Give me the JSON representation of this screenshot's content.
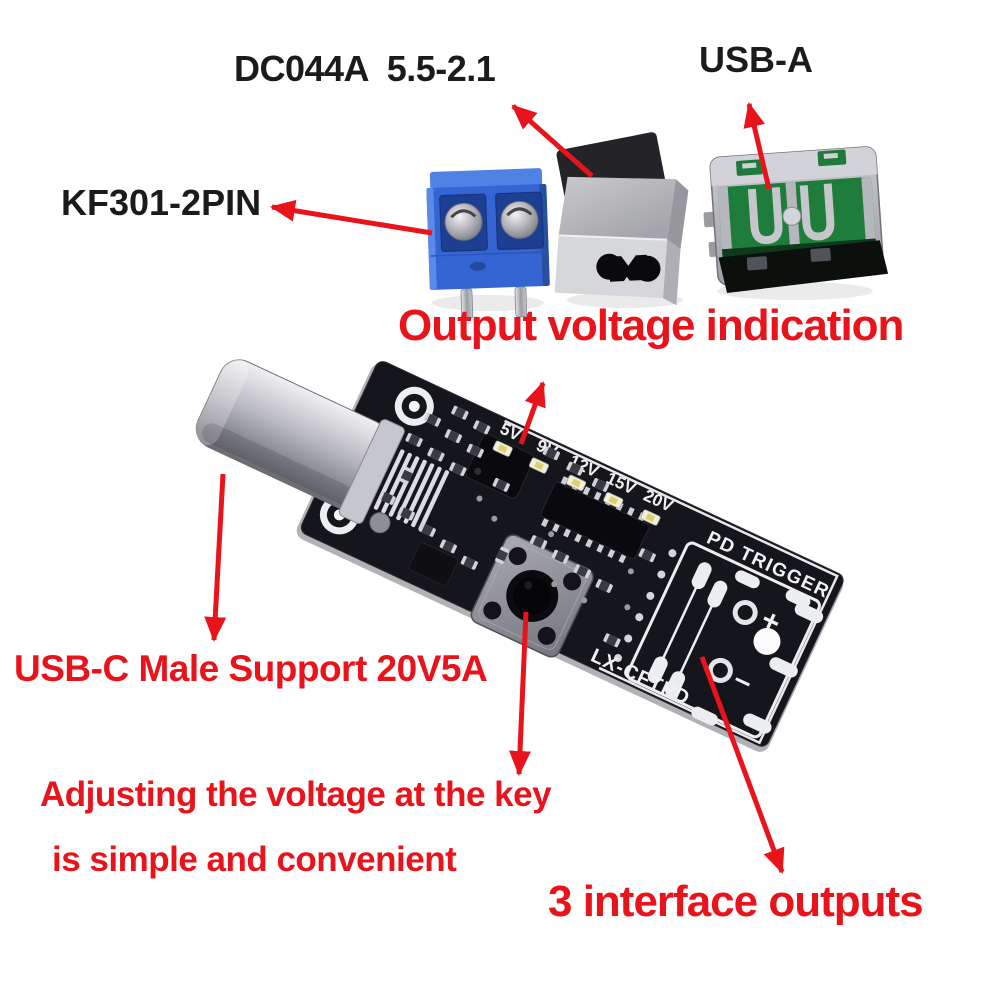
{
  "annotations": {
    "kf301": "KF301-2PIN",
    "dc044a": "DC044A  5.5-2.1",
    "usb_a": "USB-A",
    "output_voltage": "Output voltage indication",
    "usbc_support": "USB-C Male Support 20V5A",
    "adjust_line1": "Adjusting the voltage at the key",
    "adjust_line2": "is simple and convenient",
    "three_outputs": "3 interface outputs"
  },
  "board": {
    "voltage_marks": [
      "5V",
      "9V",
      "12V",
      "15V",
      "20V"
    ],
    "silkscreen_title": "PD TRIGGER",
    "silkscreen_model": "LX-CFTPD",
    "plus_mark": "+",
    "minus_mark": "–"
  },
  "colors": {
    "background": "#ffffff",
    "annotation_red": "#e8131b",
    "label_black": "#1b1b1b",
    "pcb_black": "#15151c",
    "silkscreen_white": "#f0f1f3",
    "terminal_blue": "#3465d2",
    "usb_green": "#1f7d3c",
    "metal_silver": "#b9bac0"
  }
}
